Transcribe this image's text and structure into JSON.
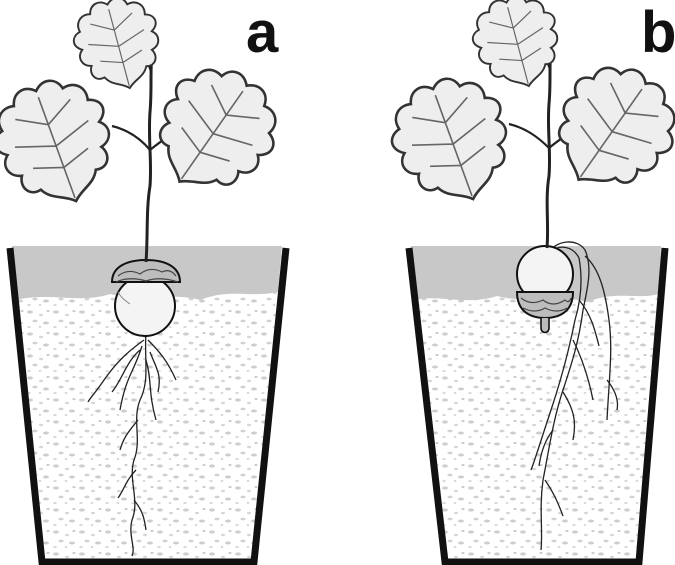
{
  "figure": {
    "panels": [
      {
        "id": "a",
        "label": "a",
        "acorn_orientation": "cap-up"
      },
      {
        "id": "b",
        "label": "b",
        "acorn_orientation": "cap-down"
      }
    ],
    "colors": {
      "ink": "#111111",
      "topsoil": "#c8c8c8",
      "subsoil": "#e2e2e2",
      "leaf": "#efefef"
    }
  }
}
